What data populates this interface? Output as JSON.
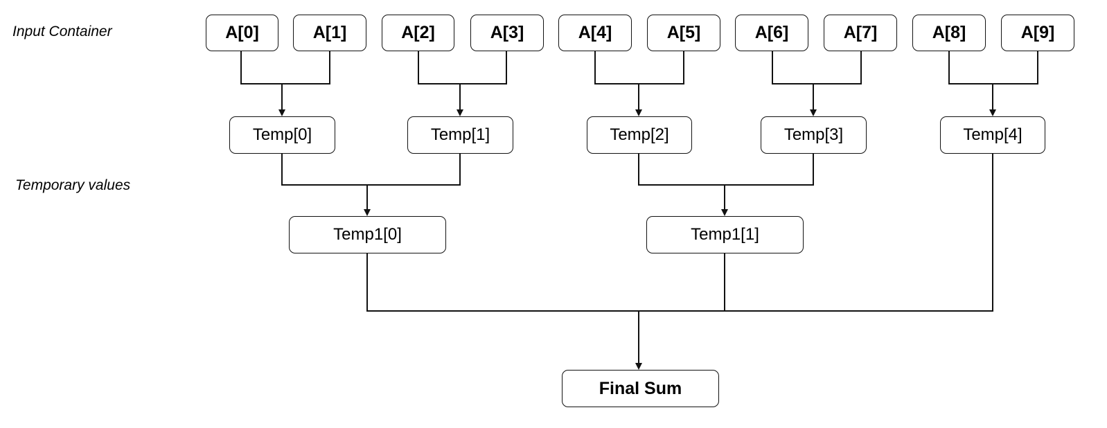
{
  "labels": {
    "input_container": "Input Container",
    "temporary_values": "Temporary values"
  },
  "inputs": [
    "A[0]",
    "A[1]",
    "A[2]",
    "A[3]",
    "A[4]",
    "A[5]",
    "A[6]",
    "A[7]",
    "A[8]",
    "A[9]"
  ],
  "temp": [
    "Temp[0]",
    "Temp[1]",
    "Temp[2]",
    "Temp[3]",
    "Temp[4]"
  ],
  "temp1": [
    "Temp1[0]",
    "Temp1[1]"
  ],
  "final": "Final Sum",
  "colors": {
    "stroke": "#111111",
    "background": "#ffffff",
    "text": "#000000"
  }
}
